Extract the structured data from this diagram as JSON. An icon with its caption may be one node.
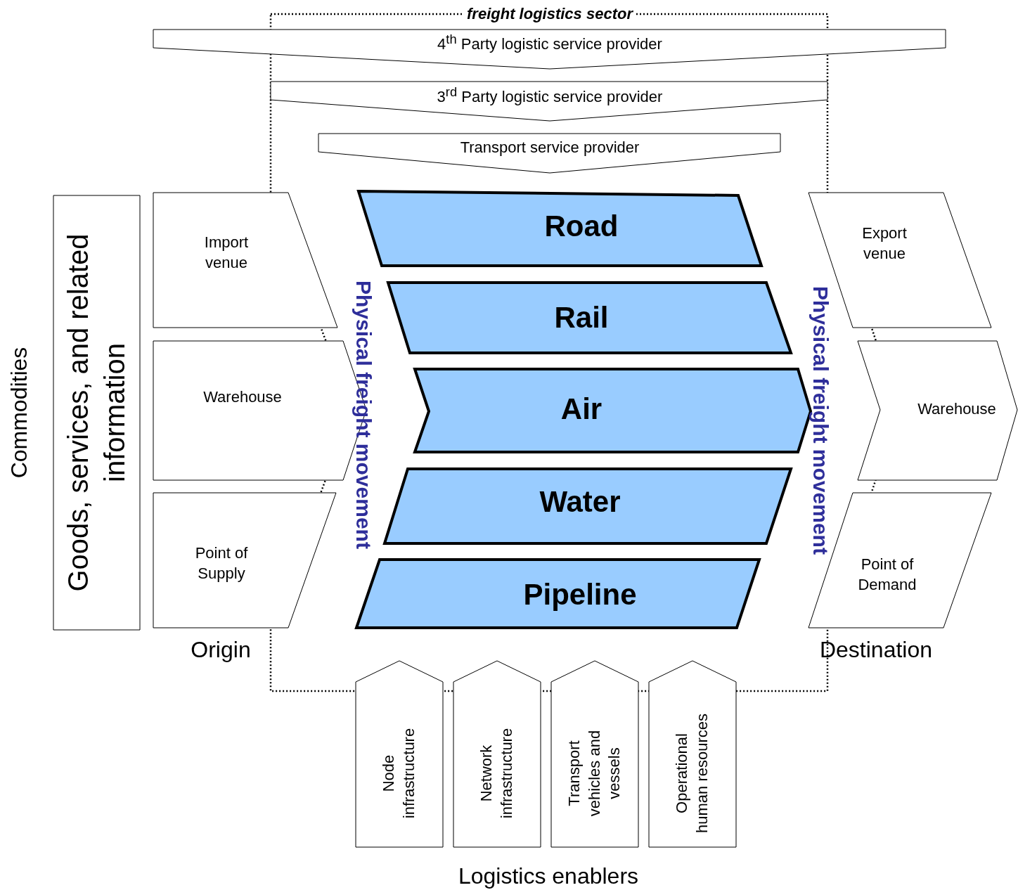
{
  "diagram": {
    "nodes": [
      {
        "text": [
          "freight logistics sector"
        ]
      },
      {
        "text": [
          "4$^{th}$ Party logistic service provider"
        ]
      },
      {
        "text": [
          "3$^{rd}$ Party logistic service provider"
        ],
        "in": 0
      },
      {
        "text": [
          "Transport service provider"
        ],
        "in": 0
      },
      {
        "text": [
          "Goods, services, and related information"
        ]
      },
      {
        "text": [
          "Import venue"
        ]
      },
      {
        "text": [
          "Warehouse"
        ]
      },
      {
        "text": [
          "Point of Supply"
        ]
      },
      {
        "text": [
          "Road"
        ],
        "in": 0
      },
      {
        "text": [
          "Rail"
        ],
        "in": 0
      },
      {
        "text": [
          "Air"
        ],
        "in": 0
      },
      {
        "text": [
          "Water"
        ],
        "in": 0
      },
      {
        "text": [
          "Pipeline"
        ],
        "in": 0
      },
      {
        "text": [
          "Export venue"
        ]
      },
      {
        "text": [
          "Warehouse"
        ]
      },
      {
        "text": [
          "Point of Demand"
        ]
      },
      {
        "text": [
          "Node infrastructure"
        ]
      },
      {
        "text": [
          "Network infrastructure"
        ]
      },
      {
        "text": [
          "Transport vehicles and vessels"
        ]
      },
      {
        "text": [
          "Operational human resources"
        ]
      }
    ],
    "labels": [
      "Commodities",
      "Physical freight movement",
      "Physical freight movement",
      "Origin",
      "Destination",
      "Logistics enablers"
    ]
  }
}
